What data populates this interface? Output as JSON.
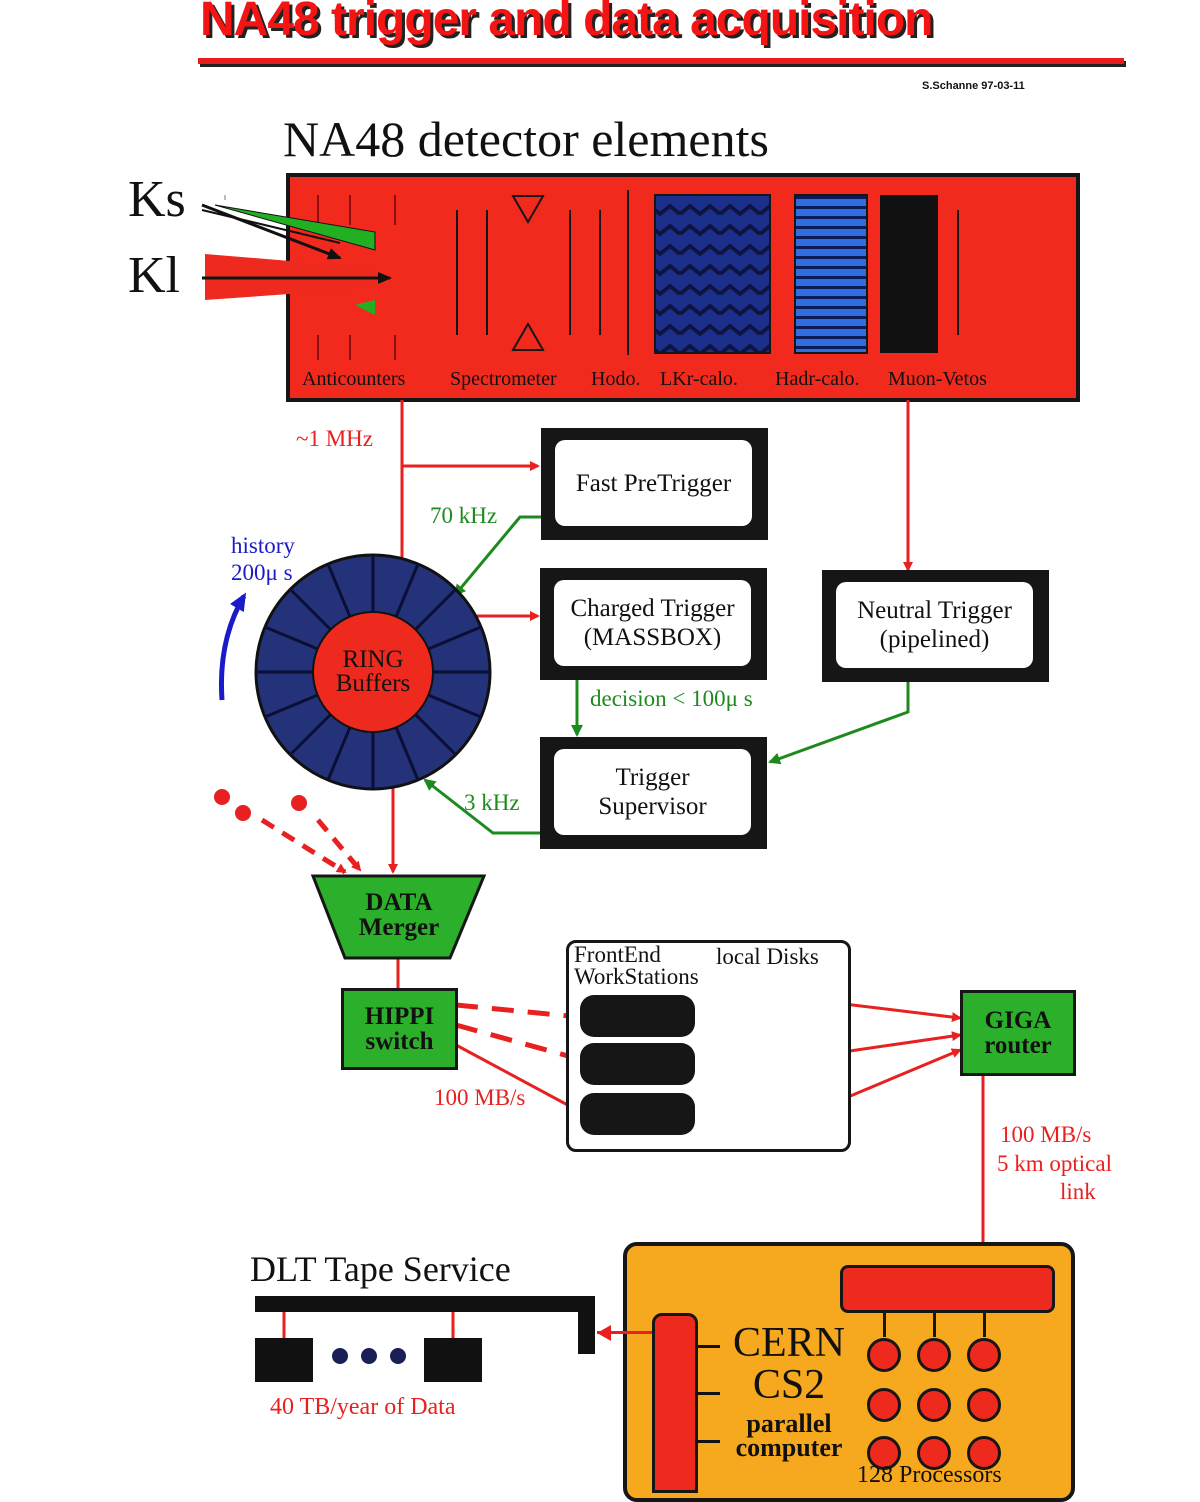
{
  "header": {
    "title": "NA48 trigger and data acquisition",
    "author": "S.Schanne 97-03-11"
  },
  "detector": {
    "heading": "NA48  detector  elements",
    "beams": [
      "Ks",
      "Kl"
    ],
    "elements": [
      "Anticounters",
      "Spectrometer",
      "Hodo.",
      "LKr-calo.",
      "Hadr-calo.",
      "Muon-Vetos"
    ]
  },
  "rates": {
    "input": "~1 MHz",
    "pretrigger": "70 kHz",
    "supervisor": "3 kHz",
    "decision": "decision < 100μ s",
    "hippi_rate": "100 MB/s",
    "link_rate": "100 MB/s",
    "link_desc_1": "5 km optical",
    "link_desc_2": "link"
  },
  "triggers": {
    "fast": "Fast PreTrigger",
    "charged_1": "Charged Trigger",
    "charged_2": "(MASSBOX)",
    "neutral_1": "Neutral Trigger",
    "neutral_2": "(pipelined)",
    "supervisor_1": "Trigger",
    "supervisor_2": "Supervisor"
  },
  "ring": {
    "history_1": "history",
    "history_2": "200μ s",
    "label_1": "RING",
    "label_2": "Buffers"
  },
  "daq": {
    "merger_1": "DATA",
    "merger_2": "Merger",
    "hippi_1": "HIPPI",
    "hippi_2": "switch",
    "frontend_1": "FrontEnd",
    "frontend_2": "WorkStations",
    "disks": "local Disks",
    "giga_1": "GIGA",
    "giga_2": "router"
  },
  "storage": {
    "dlt_heading": "DLT Tape Service",
    "dlt_volume": "40 TB/year of Data",
    "cern_1": "CERN",
    "cern_2": "CS2",
    "parallel_1": "parallel",
    "parallel_2": "computer",
    "processors": "128 Processors"
  },
  "colors": {
    "red": "#e82020",
    "green": "#2cb02c",
    "blue_ring": "#1c2a6e",
    "orange": "#f6a81e",
    "dark": "#161616"
  }
}
